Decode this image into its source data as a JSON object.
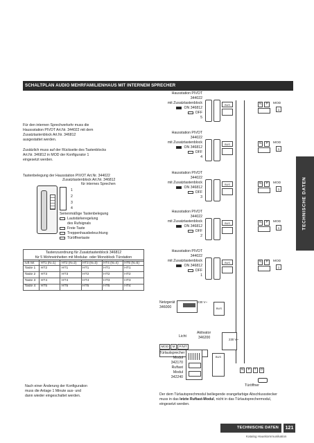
{
  "header": {
    "title": "SCHALTPLAN AUDIO MEHRFAMILIENHAUS MIT INTERNEM SPRECHER"
  },
  "intro": {
    "p1": "Für den internen Sprechverkehr muss die\nHaussstation PIVOT Art.Nr. 344022 mit dem\nZusatztastenblock Art.Nr. 346812\nausgestattet werden.",
    "p2": "Zusätzlich muss auf der Rückseite des Tastenblocks\nArt.Nr. 346812 in MOD der Konfigurator 1\neingesetzt werden."
  },
  "keys": {
    "title": "Tastenbelegung der Hausstation PIVOT Art.Nr. 344022",
    "sub1": "Zusatztastenblock Art.Nr. 346812",
    "sub2": "für internes Sprechen",
    "numbers": [
      "1",
      "2",
      "3",
      "4"
    ],
    "series_title": "Serienmäßige Tastenbelegung",
    "series": [
      "Lautstärkeregelung",
      "des Rufsignals",
      "Freie Taste",
      "Treppenhausbeleuchtung",
      "Türöffnertaste"
    ]
  },
  "table": {
    "caption1": "Tastenzuordnung für Zusatztastenblock 346812",
    "caption2": "für 5 Wohneinheiten mit Modular- oder Monoblock Türstation",
    "corner": "ruft mit",
    "headers": [
      "HT1 (N=1)",
      "HT2 (N=2)",
      "HT3 (N=3)",
      "HT4 (N=4)",
      "HT5 (N=5)"
    ],
    "rows": [
      {
        "label": "Taste 1",
        "cells": [
          "HT2",
          "HT1",
          "HT1",
          "HT1",
          "HT1"
        ]
      },
      {
        "label": "Taste 2",
        "cells": [
          "HT3",
          "HT3",
          "HT2",
          "HT2",
          "HT2"
        ]
      },
      {
        "label": "Taste 3",
        "cells": [
          "HT4",
          "HT4",
          "HT4",
          "HT3",
          "HT3"
        ]
      },
      {
        "label": "Taste 4",
        "cells": [
          "HT5",
          "HT5",
          "HT5",
          "HT5",
          "HT4"
        ]
      }
    ]
  },
  "stations": [
    {
      "name": "Hausstation PIVOT",
      "art": "344022",
      "with": "mit Zusatztastenblock",
      "on": "ON",
      "off": "OFF",
      "block": "346812",
      "num": "5",
      "mod": "MOD",
      "mod_val": "1"
    },
    {
      "name": "Hausstation PIVOT",
      "art": "344022",
      "with": "mit Zusatztastenblock",
      "on": "ON",
      "off": "OFF",
      "block": "346812",
      "num": "4",
      "mod": "MOD",
      "mod_val": "1"
    },
    {
      "name": "Hausstation PIVOT",
      "art": "344022",
      "with": "mit Zusatztastenblock",
      "on": "ON",
      "off": "OFF",
      "block": "346812",
      "num": "3",
      "mod": "MOD",
      "mod_val": "1"
    },
    {
      "name": "Hausstation PIVOT",
      "art": "344022",
      "with": "mit Zusatztastenblock",
      "on": "ON",
      "off": "OFF",
      "block": "346812",
      "num": "2",
      "mod": "MOD",
      "mod_val": "1"
    },
    {
      "name": "Hausstation PIVOT",
      "art": "344022",
      "with": "mit Zusatztastenblock",
      "on": "ON",
      "off": "OFF",
      "block": "346812",
      "num": "1",
      "mod": "MOD",
      "mod_val": "1"
    }
  ],
  "terminal": {
    "bus": "BUS",
    "n": "N",
    "p": "P"
  },
  "power": {
    "name": "Netzgerät",
    "art": "346000",
    "volt": "230 V~"
  },
  "light": {
    "label": "Licht",
    "act": "Aktivator",
    "act_art": "346200",
    "mod": "MOD",
    "m": "M",
    "pint": "P/N/T",
    "volt": "230 V~"
  },
  "door": {
    "lines": "Türlautsprecher\nModul\n342170\nRuftast\nModul\n342240",
    "opener": "Türöffner",
    "n": "N",
    "p": "P",
    "t": "T",
    "o": "O"
  },
  "note_left": "Nach einer Änderung der Konfiguration\nmuss die Anlage 1 Minute aus- und\ndann wieder eingeschaltet werden.",
  "note_right": {
    "pre": "Der dem Türlautsprechmodul beiliegende orangefarbige Abschlussstecker\nmuss in das ",
    "bold": "letzte Ruftast-Modul",
    "post": ", nicht in das Türlautsprechermodul,\neingesetzt werden."
  },
  "side_tab": "TECHNISCHE DATEN",
  "footer": {
    "section": "TECHNISCHE DATEN",
    "page": "121",
    "catalog": "Katalog Hauskommunikation"
  }
}
